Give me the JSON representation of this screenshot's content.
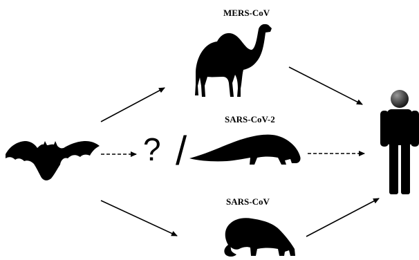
{
  "diagram": {
    "labels": {
      "mers": "MERS-CoV",
      "sars2": "SARS-CoV-2",
      "sars": "SARS-CoV"
    },
    "unknown_mark": "?",
    "separator_mark": "/",
    "icons": {
      "source": "bat-icon",
      "mers_host": "camel-icon",
      "sars2_host": "pangolin-icon",
      "sars_host": "civet-icon",
      "target": "human-icon"
    },
    "arrows": [
      {
        "from": "bat",
        "to": "camel",
        "style": "solid"
      },
      {
        "from": "camel",
        "to": "human",
        "style": "solid"
      },
      {
        "from": "bat",
        "to": "pangolin",
        "style": "dashed"
      },
      {
        "from": "pangolin",
        "to": "human",
        "style": "dashed"
      },
      {
        "from": "bat",
        "to": "civet",
        "style": "solid"
      },
      {
        "from": "civet",
        "to": "human",
        "style": "solid"
      }
    ],
    "colors": {
      "silhouette": "#000000",
      "human_head": "#555555",
      "background": "#ffffff"
    }
  }
}
